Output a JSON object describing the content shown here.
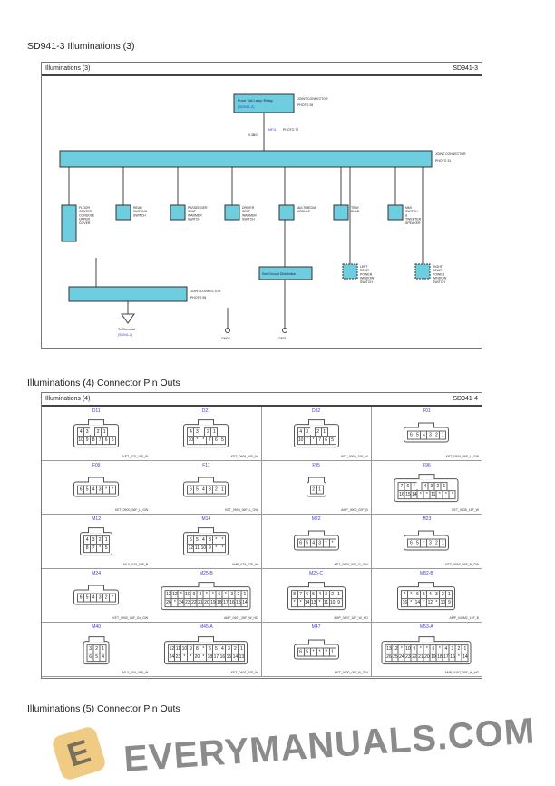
{
  "section1": {
    "title": "SD941-3 Illuminations (3)",
    "panel_title": "Illuminations (3)",
    "panel_code": "SD941-3"
  },
  "diagram": {
    "top_block": "From Tail Lamp Relay",
    "top_ref": "(SD941-2)",
    "joint1": "JOINT CONNECTOR",
    "photo1": "PHOTO 28",
    "joint2": "JOINT CONNECTOR",
    "photo2": "PHOTO 31",
    "joint3": "JOINT CONNECTOR",
    "photo3": "PHOTO 95",
    "wire": "0.3B/O",
    "mf11": "MF11",
    "mf11_photo": "PHOTO 72",
    "components": [
      {
        "label": "FLOOR CENTER CONSOLE UPPER COVER"
      },
      {
        "label": "REAR CURTAIN SWITCH"
      },
      {
        "label": "PASSENGER SEAT WARMER SWITCH"
      },
      {
        "label": "DRIVER SEAT WARMER SWITCH"
      },
      {
        "label": "MULTIMEDIA MODULE"
      },
      {
        "label": "TRAY BULB"
      },
      {
        "label": "MMI SWITCH & TWEETER SPEAKER"
      },
      {
        "label": "LEFT REAR POWER WINDOW SWITCH"
      },
      {
        "label": "RIGHT REAR POWER WINDOW SWITCH"
      }
    ],
    "see_ground": "See Ground Distribution",
    "ground1": "GM03",
    "ground2": "GF01",
    "to_rheostat": "To Rheostat",
    "to_ref": "(SD941-2)"
  },
  "section2": {
    "title": "Illuminations (4) Connector Pin Outs",
    "panel_title": "Illuminations (4)",
    "panel_code": "SD941-4"
  },
  "connectors": [
    {
      "name": "D11",
      "code": "KET_070_10F_W",
      "rows": [
        [
          "4",
          "3",
          "",
          "2",
          "1"
        ],
        [
          "10",
          "9",
          "8",
          "7",
          "6",
          "5"
        ]
      ]
    },
    {
      "name": "D21",
      "code": "KET_0909_10F_W",
      "rows": [
        [
          "4",
          "3",
          "",
          "2",
          "1"
        ],
        [
          "10",
          "*",
          "*",
          "7",
          "6",
          "5"
        ]
      ]
    },
    {
      "name": "D32",
      "code": "KET_0909_10F_W",
      "rows": [
        [
          "4",
          "3",
          "",
          "2",
          "1"
        ],
        [
          "10",
          "*",
          "*",
          "7",
          "6",
          "5"
        ]
      ]
    },
    {
      "name": "F01",
      "code": "KET_0900_06F_L_GW",
      "rows": [
        [
          "6",
          "5",
          "4",
          "3",
          "2",
          "1"
        ]
      ]
    },
    {
      "name": "F09",
      "code": "KET_0900_06F_L_GW",
      "rows": [
        [
          "6",
          "5",
          "4",
          "3",
          "*",
          "*"
        ]
      ]
    },
    {
      "name": "F11",
      "code": "KET_0900_06F_L_GW",
      "rows": [
        [
          "6",
          "5",
          "4",
          "3",
          "2",
          "1"
        ]
      ]
    },
    {
      "name": "F95",
      "code": "AMP_0900_02F_B",
      "rows": [
        [
          "2",
          "1"
        ]
      ]
    },
    {
      "name": "F96",
      "code": "KET_0435_16F_W",
      "rows": [
        [
          "7",
          "6",
          "*",
          "",
          "4",
          "3",
          "2",
          "1"
        ],
        [
          "16",
          "15",
          "14",
          "*",
          "*",
          "11",
          "*",
          "*",
          "*"
        ]
      ]
    },
    {
      "name": "M12",
      "code": "MLX_040_08F_B",
      "rows": [
        [
          "4",
          "3",
          "2",
          "1"
        ],
        [
          "8",
          "7",
          "*",
          "5"
        ]
      ]
    },
    {
      "name": "M14",
      "code": "AMP_025_12F_W",
      "rows": [
        [
          "6",
          "5",
          "4",
          "3",
          "*",
          "*"
        ],
        [
          "12",
          "11",
          "10",
          "9",
          "*",
          "*"
        ]
      ]
    },
    {
      "name": "M22",
      "code": "KET_0900_06F_G_GW",
      "rows": [
        [
          "6",
          "5",
          "4",
          "3",
          "*",
          "*"
        ]
      ]
    },
    {
      "name": "M23",
      "code": "KET_0900_06F_B_GW",
      "rows": [
        [
          "6",
          "5",
          "*",
          "3",
          "2",
          "1"
        ]
      ]
    },
    {
      "name": "M24",
      "code": "KET_0900_06F_Gx_GW",
      "rows": [
        [
          "6",
          "5",
          "4",
          "3",
          "2",
          "*"
        ]
      ]
    },
    {
      "name": "M25-B",
      "code": "AMP_0407_26F_W_HD",
      "rows": [
        [
          "13",
          "12",
          "*",
          "10",
          "9",
          "8",
          "*",
          "*",
          "5",
          "*",
          "3",
          "2",
          "1"
        ],
        [
          "26",
          "*",
          "24",
          "23",
          "22",
          "21",
          "20",
          "19",
          "18",
          "17",
          "16",
          "15",
          "14"
        ]
      ]
    },
    {
      "name": "M25-C",
      "code": "AMP_0407_16F_W_HD",
      "rows": [
        [
          "8",
          "7",
          "6",
          "5",
          "4",
          "3",
          "2",
          "1"
        ],
        [
          "*",
          "*",
          "14",
          "13",
          "*",
          "11",
          "10",
          "9"
        ]
      ]
    },
    {
      "name": "M32-B",
      "code": "AMP_040M2_16F_B",
      "rows": [
        [
          "*",
          "*",
          "6",
          "5",
          "4",
          "3",
          "2",
          "1"
        ],
        [
          "16",
          "*",
          "14",
          "*",
          "12",
          "*",
          "10",
          "9"
        ]
      ]
    },
    {
      "name": "M40",
      "code": "MLX_100_06F_W",
      "rows": [
        [
          "3",
          "2",
          "1"
        ],
        [
          "6",
          "5",
          "4"
        ]
      ]
    },
    {
      "name": "M45-A",
      "code": "KET_0400_24F_W",
      "rows": [
        [
          "12",
          "11",
          "10",
          "9",
          "8",
          "*",
          "6",
          "5",
          "4",
          "3",
          "2",
          "1"
        ],
        [
          "24",
          "23",
          "*",
          "*",
          "20",
          "*",
          "18",
          "17",
          "16",
          "15",
          "14",
          "13"
        ]
      ]
    },
    {
      "name": "M47",
      "code": "KET_0900_06F_B_GW",
      "rows": [
        [
          "6",
          "5",
          "*",
          "*",
          "2",
          "1"
        ]
      ]
    },
    {
      "name": "M53-A",
      "code": "AMP_0407_26F_W_HD",
      "rows": [
        [
          "13",
          "12",
          "*",
          "10",
          "9",
          "*",
          "*",
          "6",
          "*",
          "4",
          "3",
          "2",
          "1"
        ],
        [
          "26",
          "25",
          "24",
          "23",
          "22",
          "21",
          "20",
          "19",
          "18",
          "17",
          "16",
          "*",
          "14"
        ]
      ]
    }
  ],
  "section3": {
    "title": "Illuminations (5) Connector Pin Outs"
  },
  "watermark": {
    "text": "EVERYMANUALS.COM",
    "logo": "E"
  },
  "colors": {
    "connector_fill": "#6fcde0",
    "link_blue": "#3a3ad0",
    "watermark_orange": "#ebb95a"
  }
}
